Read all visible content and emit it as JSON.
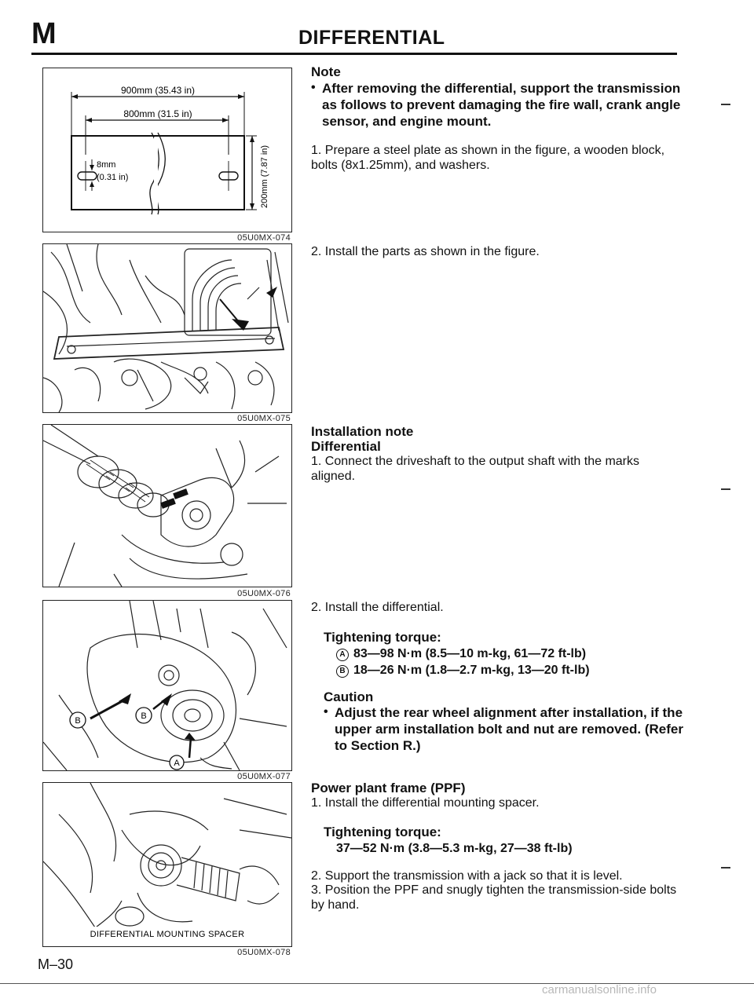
{
  "header": {
    "section_letter": "M",
    "title": "DIFFERENTIAL"
  },
  "page_number": "M–30",
  "watermark": "carmanualsonline.info",
  "figures": [
    {
      "id": "05U0MX-074",
      "labels": {
        "overall_width": "900mm (35.43 in)",
        "inner_width": "800mm (31.5 in)",
        "hole_size_a": "8mm",
        "hole_size_b": "(0.31 in)",
        "height": "200mm (7.87 in)"
      }
    },
    {
      "id": "05U0MX-075"
    },
    {
      "id": "05U0MX-076"
    },
    {
      "id": "05U0MX-077",
      "callouts": [
        "B",
        "B",
        "A"
      ]
    },
    {
      "id": "05U0MX-078",
      "label": "DIFFERENTIAL MOUNTING SPACER"
    }
  ],
  "note": {
    "heading": "Note",
    "bullet": "After removing the differential, support the transmission as follows to prevent damaging the fire wall, crank angle sensor, and engine mount.",
    "step1": "1. Prepare a steel plate as shown in the figure, a wooden block, bolts (8x1.25mm), and washers.",
    "step2": "2. Install the parts as shown in the figure."
  },
  "installation": {
    "heading": "Installation note",
    "subheading": "Differential",
    "step1": "1. Connect the driveshaft to the output shaft with the marks aligned.",
    "step2": "2. Install the differential.",
    "torque_heading": "Tightening torque:",
    "torque_a_mark": "A",
    "torque_a": "83—98 N·m (8.5—10 m-kg, 61—72 ft-lb)",
    "torque_b_mark": "B",
    "torque_b": "18—26 N·m (1.8—2.7 m-kg, 13—20 ft-lb)",
    "caution_heading": "Caution",
    "caution_bullet": "Adjust the rear wheel alignment after installation, if the upper arm installation bolt and nut are removed. (Refer to Section R.)"
  },
  "ppf": {
    "heading": "Power plant frame (PPF)",
    "step1": "1. Install the differential mounting spacer.",
    "torque_heading": "Tightening torque:",
    "torque": "37—52 N·m (3.8—5.3 m-kg, 27—38 ft-lb)",
    "step2": "2. Support the transmission with a jack so that it is level.",
    "step3": "3. Position the PPF and snugly tighten the transmission-side bolts by hand."
  }
}
